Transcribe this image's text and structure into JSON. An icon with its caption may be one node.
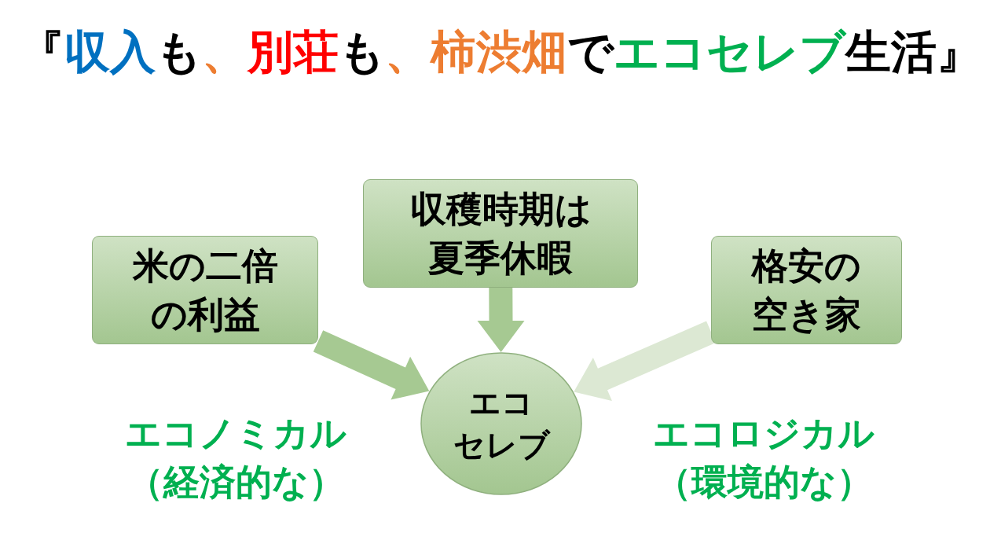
{
  "diagram": {
    "title": "『収入も、別荘も、柿渋畑でエコセレブ生活』",
    "nodes": [
      {
        "text": [
          "米の二倍の利益"
        ]
      },
      {
        "text": [
          "収穫時期は夏季休暇"
        ]
      },
      {
        "text": [
          "格安の空き家"
        ]
      },
      {
        "text": [
          "エコセレブ"
        ]
      }
    ],
    "edges": [
      {
        "from": 0,
        "to": 3,
        "arrow": "to"
      },
      {
        "from": 1,
        "to": 3,
        "arrow": "to"
      },
      {
        "from": 2,
        "to": 3,
        "arrow": "to",
        "color": "#dce8d3"
      }
    ],
    "labels": [
      "エコノミカル（経済的な）",
      "エコロジカル（環境的な）"
    ]
  }
}
